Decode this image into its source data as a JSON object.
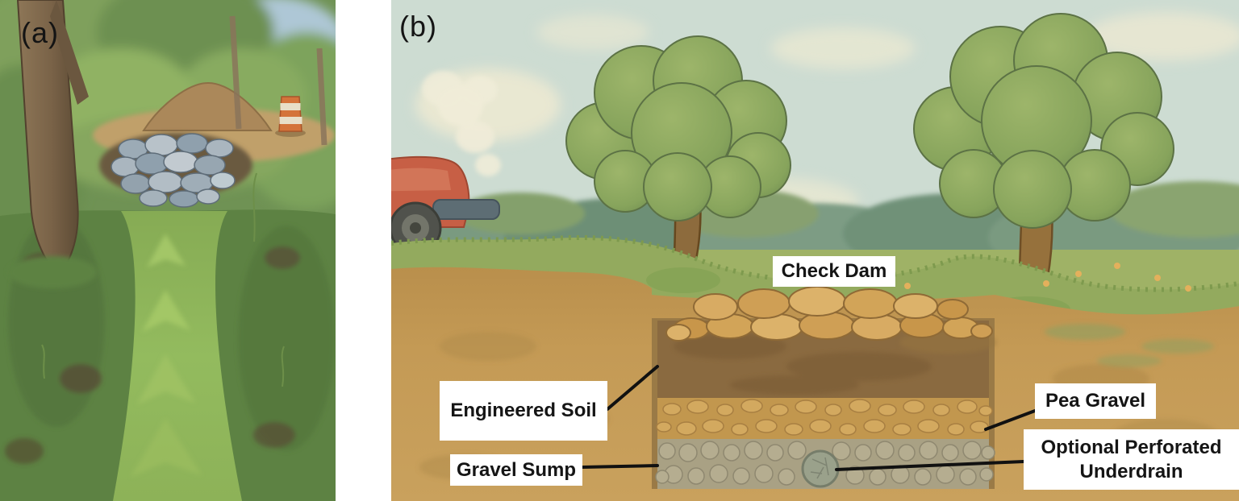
{
  "figure": {
    "panel_a": {
      "tag": "(a)"
    },
    "panel_b": {
      "tag": "(b)"
    }
  },
  "annotations": {
    "check_dam": "Check Dam",
    "engineered_soil": "Engineered Soil",
    "gravel_sump": "Gravel Sump",
    "pea_gravel": "Pea Gravel",
    "optional_perforated_underdrain": "Optional Perforated Underdrain"
  },
  "colors": {
    "sky": "#cddcd2",
    "cloud": "#ece9d2",
    "grass": "#93aa5e",
    "distant_foliage": "#769a7e",
    "native_soil": "#c49a55",
    "engineered_soil": "#8a6a40",
    "pea_gravel_bed": "#c2974e",
    "pea_gravel_stone": "#d3a95f",
    "gravel_sump_bed": "#a9a184",
    "gravel_sump_stone": "#b5ad90",
    "check_dam_rock": "#d2a458",
    "swale_rock": "#93a2ad",
    "truck_red": "#c75f45",
    "barrel_orange": "#d4743a",
    "leader_line": "#111111",
    "label_background": "#ffffff",
    "label_text": "#151515"
  }
}
